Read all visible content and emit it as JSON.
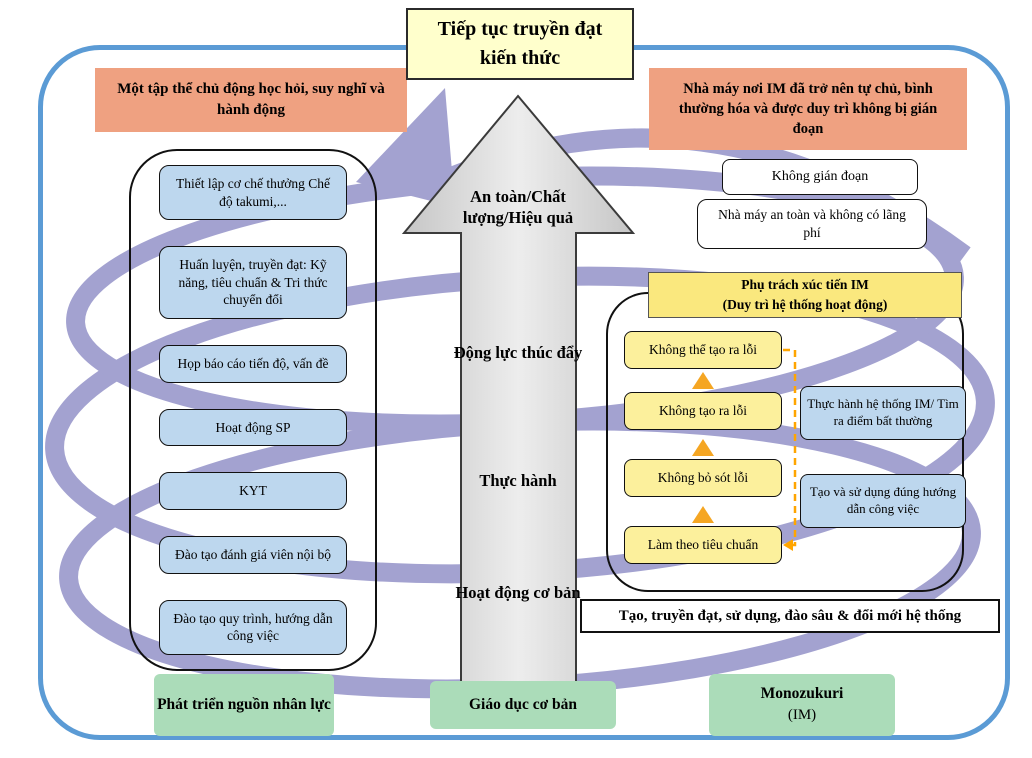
{
  "title": "Tiếp tục truyền đạt kiến thức",
  "banners": {
    "left": "Một tập thể chủ động học hỏi, suy nghĩ và hành động",
    "right": "Nhà máy nơi IM đã trở nên tự chủ, bình thường hóa và được duy trì không bị gián đoạn"
  },
  "left_panel": {
    "items": [
      "Thiết lập cơ chế thưởng Chế độ takumi,...",
      "Huấn luyện, truyền đạt: Kỹ năng, tiêu chuẩn & Tri thức chuyển đổi",
      "Họp báo cáo tiến độ, vấn đề",
      "Hoạt động SP",
      "KYT",
      "Đào tạo đánh giá viên nội bộ",
      "Đào tạo quy trình, hướng dẫn công việc"
    ]
  },
  "arrow_levels": [
    "An toàn/Chất lượng/Hiệu quả",
    "Động lực thúc đẩy",
    "Thực hành",
    "Hoạt động cơ bản"
  ],
  "right_notes": {
    "note1": "Không gián đoạn",
    "note2": "Nhà máy an toàn và không có lãng phí"
  },
  "im_panel": {
    "header_line1": "Phụ trách xúc tiến IM",
    "header_line2": "(Duy trì hệ thống hoạt động)",
    "steps": [
      "Không thể tạo ra lỗi",
      "Không tạo ra lỗi",
      "Không bỏ sót lỗi",
      "Làm theo tiêu chuẩn"
    ],
    "side_notes": [
      "Thực hành hệ thống IM/ Tìm ra điểm bất thường",
      "Tạo và sử dụng đúng hướng dẫn công việc"
    ]
  },
  "bottom_banner": "Tạo, truyền đạt, sử dụng, đào sâu & đổi mới hệ thống",
  "footer": {
    "left": "Phát triển nguồn nhân lực",
    "center": "Giáo dục cơ bản",
    "right_main": "Monozukuri",
    "right_sub": "(IM)"
  },
  "colors": {
    "frame_blue": "#5B9BD5",
    "salmon": "#EFA181",
    "title_yellow": "#FFFFCC",
    "panel_header_yellow": "#FAE87E",
    "step_yellow": "#FCF09C",
    "light_blue": "#BDD7EE",
    "footer_green": "#ABDCB9",
    "spiral_purple": "#A3A2D0",
    "arrow_gray": "#DCDCDC",
    "orange_accent": "#F5A623"
  }
}
